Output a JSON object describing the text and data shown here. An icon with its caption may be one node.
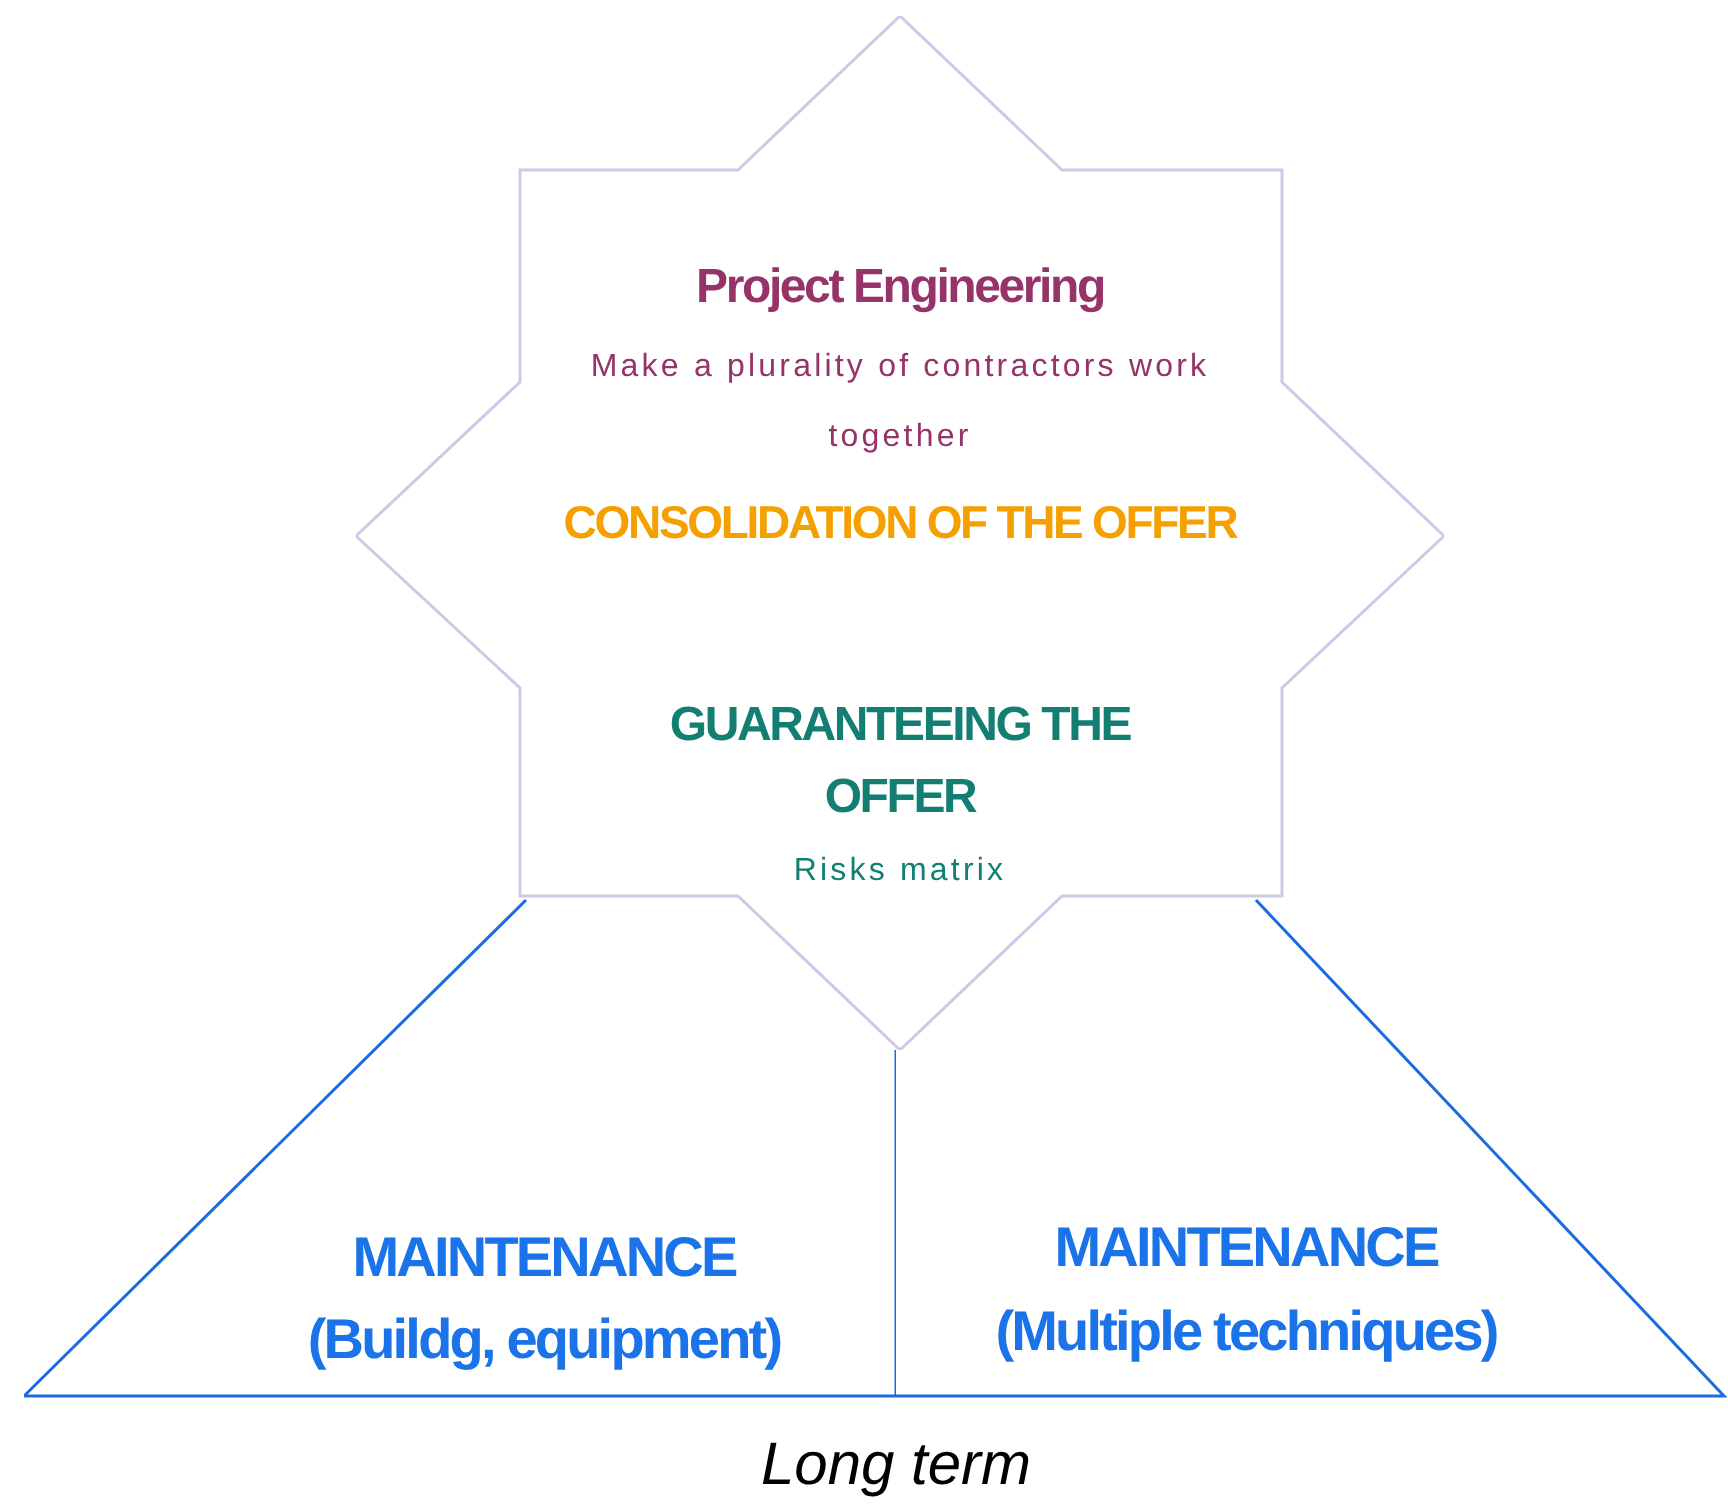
{
  "diagram": {
    "nodes": [
      {
        "text": [
          "Project Engineering",
          "Make a plurality of contractors work together",
          "CONSOLIDATION OF THE OFFER",
          "GUARANTEEING THE OFFER",
          "Risks matrix"
        ]
      },
      {
        "text": [
          "MAINTENANCE",
          "(Buildg, equipment)"
        ]
      },
      {
        "text": [
          "MAINTENANCE",
          "(Multiple techniques)"
        ]
      }
    ],
    "labels": [
      "Long term"
    ]
  }
}
